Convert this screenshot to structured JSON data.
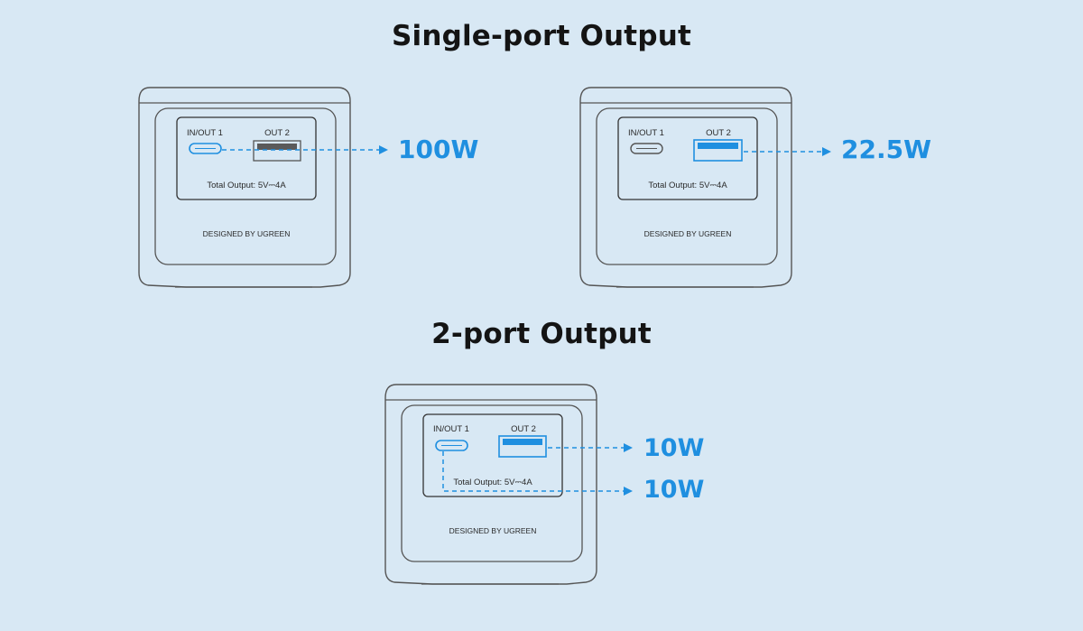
{
  "sections": {
    "single_title": "Single-port Output",
    "dual_title": "2-port Output"
  },
  "devices": [
    {
      "port1_label": "IN/OUT 1",
      "port2_label": "OUT 2",
      "total_output": "Total Output: 5V⎓4A",
      "brand_text": "DESIGNED BY UGREEN",
      "active_port": "IN/OUT 1",
      "outputs": [
        "100W"
      ]
    },
    {
      "port1_label": "IN/OUT 1",
      "port2_label": "OUT 2",
      "total_output": "Total Output: 5V⎓4A",
      "brand_text": "DESIGNED BY UGREEN",
      "active_port": "OUT 2",
      "outputs": [
        "22.5W"
      ]
    },
    {
      "port1_label": "IN/OUT 1",
      "port2_label": "OUT 2",
      "total_output": "Total Output: 5V⎓4A",
      "brand_text": "DESIGNED BY UGREEN",
      "active_port": "both",
      "outputs": [
        "10W",
        "10W"
      ]
    }
  ],
  "colors": {
    "background": "#d8e8f4",
    "accent": "#1f8fe0",
    "outline": "#555555",
    "inactive_port": "#5a5a5a"
  },
  "icons": [
    "usb-c-port-icon",
    "usb-a-port-icon",
    "arrow-right-icon"
  ]
}
